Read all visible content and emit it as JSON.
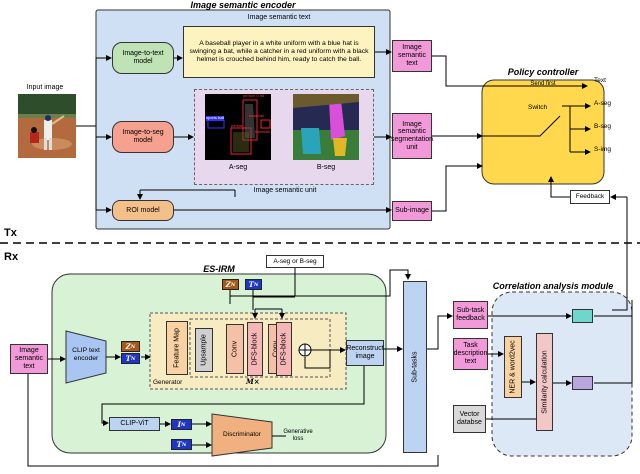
{
  "tx_label": "Tx",
  "rx_label": "Rx",
  "encoder": {
    "title": "Image semantic encoder",
    "input_image": "Input image",
    "itt_model": "Image-to-text model",
    "its_model": "Image-to-seg model",
    "roi_model": "ROI model",
    "text_panel_title": "Image semantic text",
    "caption": "A baseball player in a white uniform with a blue hat is swinging a bat, while a catcher in a red uniform with a black helmet is crouched behind him, ready to catch the ball.",
    "aseg_label": "A-seg",
    "bseg_label": "B-seg",
    "unit_label": "Image semantic unit",
    "seg_tags": [
      "person 0.95",
      "sports ball",
      "baseball",
      "person",
      "baseball"
    ],
    "out_text": "Image semantic text",
    "out_seg": "Image semantic segmentation unit",
    "out_sub": "Sub-image"
  },
  "policy": {
    "title": "Policy controller",
    "send_first": "Send first",
    "switch": "Switch",
    "outputs": [
      "Text",
      "A-seg",
      "B-seg",
      "S-img"
    ],
    "feedback": "Feedback"
  },
  "esirm": {
    "title": "ES-IRM",
    "aseg_or_bseg": "A-seg or B-seg",
    "input_text": "Image semantic text",
    "clip_text": "CLIP text encoder",
    "feature_map": "Feature Map",
    "upsample": "Upsample",
    "conv1": "Conv",
    "dfs1": "DFS-block",
    "conv2": "Conv",
    "dfs2": "DFS-block",
    "repeat": "M×",
    "generator": "Generator",
    "reconstruct": "Reconstruct image",
    "subtasks": "Sub-tasks",
    "clip_vit": "CLIP-ViT",
    "discriminator": "Discriminator",
    "gen_loss": "Generative loss",
    "tokens": {
      "z": "Z",
      "t": "T",
      "i": "I",
      "sub": "N",
      "plus": "+"
    }
  },
  "correlation": {
    "title": "Correlation analysis module",
    "subtask_feedback": "Sub-task feedback",
    "task_desc": "Task description text",
    "ner": "NER & word2vec",
    "similarity": "Similarity calculation",
    "vector_db": "Vector databse"
  },
  "colors": {
    "encoder_bg": "#cfe0f5",
    "esirm_bg": "#d7f2d5",
    "policy_bg": "#ffd84d",
    "corr_bg": "#dde8f6",
    "itt": "#bfe3b4",
    "its": "#f6a08f",
    "roi": "#f4c08a",
    "pink": "#f29ad9",
    "caption_bg": "#fdf3c0",
    "unit_bg": "#e8d8ee",
    "clip": "#a9c6f2",
    "tok_orange": "#a55a1a",
    "tok_blue": "#1f35c8",
    "gen_bg": "#f7ecc1",
    "upsample_bg": "#cfcfcf",
    "conv_bg": "#f4c0a6",
    "dfs_bg": "#f7b6b6",
    "subtasks_bg": "#bcd3f1",
    "disc": "#f0b080",
    "ner_bg": "#f8d2a3",
    "sim_bg": "#f4c7c7",
    "vec_bg": "#d9d9d9",
    "teal": "#6fd6cc",
    "purple": "#b7a7dd"
  }
}
